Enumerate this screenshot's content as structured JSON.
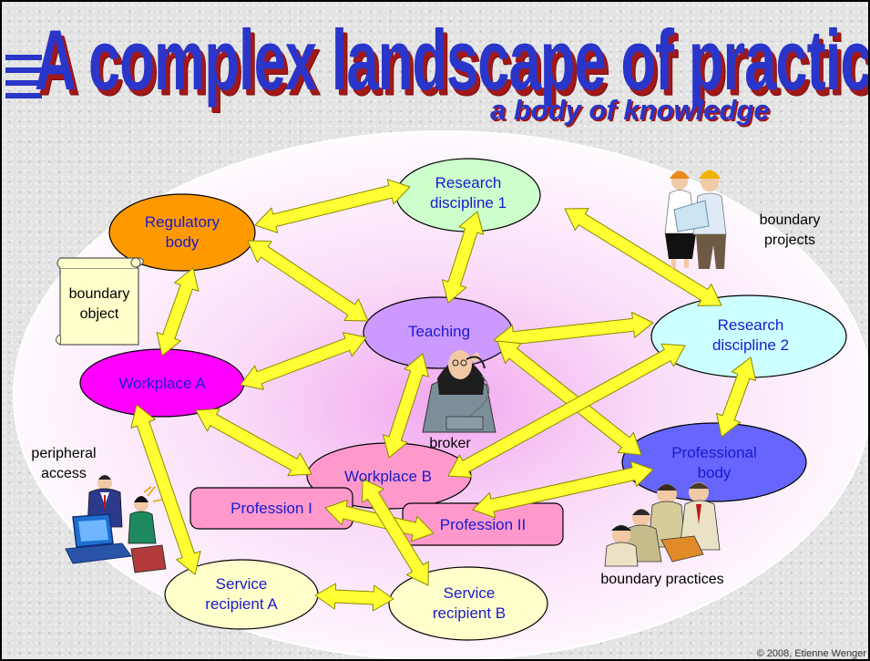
{
  "title": "A complex landscape of practices",
  "subtitle": "a body of knowledge",
  "nodes": {
    "regulatory_body": "Regulatory\nbody",
    "research_discipline_1": "Research\ndiscipline 1",
    "teaching": "Teaching",
    "research_discipline_2": "Research\ndiscipline 2",
    "workplace_a": "Workplace A",
    "workplace_b": "Workplace B",
    "professional_body": "Professional\nbody",
    "profession_1": "Profession I",
    "profession_2": "Profession II",
    "service_recipient_a": "Service\nrecipient A",
    "service_recipient_b": "Service\nrecipient B"
  },
  "annotations": {
    "boundary_object": "boundary\nobject",
    "boundary_projects": "boundary\nprojects",
    "broker": "broker",
    "peripheral_access": "peripheral\naccess",
    "boundary_practices": "boundary practices"
  },
  "copyright": "© 2008, Etienne Wenger",
  "colors": {
    "title": "#2a35c9",
    "title_shadow": "#a21818",
    "arrow_fill": "#ffff33",
    "arrow_stroke": "#8a8a00",
    "label_text": "#1a1acc"
  }
}
